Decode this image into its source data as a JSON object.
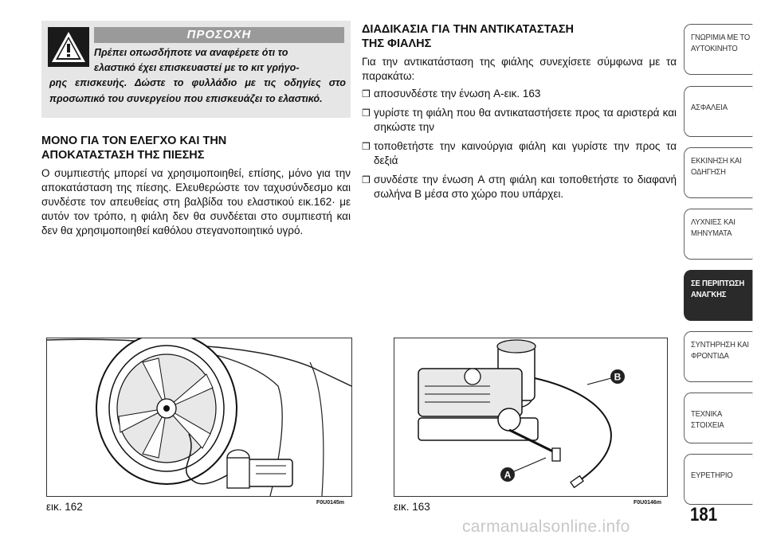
{
  "warning": {
    "title": "ΠΡΟΣΟΧΗ",
    "line1": "Πρέπει οπωσδήποτε να αναφέρετε ότι το",
    "line2": "ελαστικό έχει επισκευαστεί με το κιτ γρήγο-",
    "rest": "ρης επισκευής. Δώστε το φυλλάδιο με τις οδηγίες στο προσωπικό του συνεργείου που επισκευάζει το ελαστικό."
  },
  "section1": {
    "title_line1": "ΜΟΝΟ ΓΙΑ ΤΟΝ ΕΛΕΓΧΟ ΚΑΙ ΤΗΝ",
    "title_line2": "ΑΠΟΚΑΤΑΣΤΑΣΗ ΤΗΣ ΠΙΕΣΗΣ",
    "body": "Ο συμπιεστής μπορεί να χρησιμοποιηθεί, επίσης, μόνο για την αποκατάσταση της πίεσης. Ελευθερώστε τον ταχυσύνδεσμο και συνδέστε τον απευθείας στη βαλβίδα του ελαστικού εικ.162· με αυτόν τον τρόπο, η φιάλη δεν θα συνδέεται στο συμπιεστή και δεν θα χρησιμοποιηθεί καθόλου στεγανοποιητικό υγρό."
  },
  "section2": {
    "title_line1": "ΔΙΑΔΙΚΑΣΙΑ ΓΙΑ ΤΗΝ ΑΝΤΙΚΑΤΑΣΤΑΣΗ",
    "title_line2": "ΤΗΣ ΦΙΑΛΗΣ",
    "intro": "Για την αντικατάσταση της φιάλης συνεχίσετε σύμφωνα με τα παρακάτω:",
    "bullet": "❒",
    "steps": [
      "αποσυνδέστε την ένωση A-εικ. 163",
      "γυρίστε τη φιάλη που θα αντικαταστήσετε προς τα αριστερά και σηκώστε την",
      "τοποθετήστε την καινούργια φιάλη και γυρίστε την προς τα δεξιά",
      "συνδέστε την ένωση A στη φιάλη και τοποθετήστε το διαφανή σωλήνα B μέσα στο χώρο που υπάρχει."
    ]
  },
  "sidebar": {
    "tabs": [
      {
        "l1": "ΓΝΩΡΙΜΙΑ ΜΕ ΤΟ",
        "l2": "ΑΥΤΟΚΙΝΗΤΟ"
      },
      {
        "l1": "ΑΣΦΑΛΕΙΑ",
        "l2": ""
      },
      {
        "l1": "ΕΚΚΙΝΗΣΗ ΚΑΙ",
        "l2": "ΟΔΗΓΗΣΗ"
      },
      {
        "l1": "ΛΥΧΝΙΕΣ ΚΑΙ",
        "l2": "ΜΗΝΥΜΑΤΑ"
      },
      {
        "l1": "ΣΕ ΠΕΡΙΠΤΩΣΗ",
        "l2": "ΑΝΑΓΚΗΣ"
      },
      {
        "l1": "ΣΥΝΤΗΡΗΣΗ ΚΑΙ",
        "l2": "ΦΡΟΝΤΙΔΑ"
      },
      {
        "l1": "ΤΕΧΝΙΚΑ ΣΤΟΙΧΕΙΑ",
        "l2": ""
      },
      {
        "l1": "ΕΥΡΕΤΗΡΙΟ",
        "l2": ""
      }
    ],
    "active_index": 4
  },
  "figures": [
    {
      "caption": "εικ. 162",
      "code": "F0U0145m"
    },
    {
      "caption": "εικ. 163",
      "code": "F0U0146m",
      "label_a": "A",
      "label_b": "B"
    }
  ],
  "page_number": "181",
  "watermark": "carmanualsonline.info"
}
